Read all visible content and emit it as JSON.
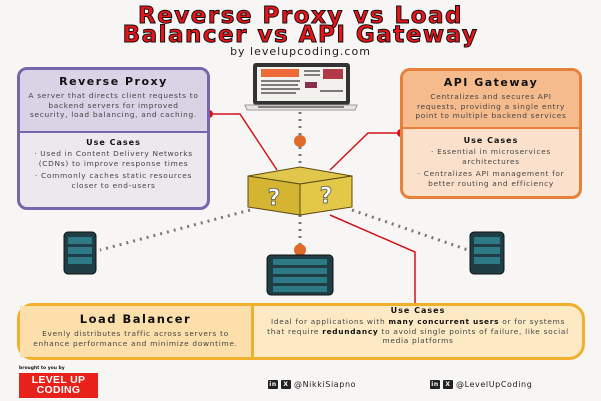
{
  "title": {
    "line1": "Reverse Proxy vs Load",
    "line2": "Balancer vs API Gateway",
    "subtitle": "by levelupcoding.com"
  },
  "reverse_proxy": {
    "heading": "Reverse Proxy",
    "description": "A server that directs client requests to backend servers for improved security, load balancing, and caching.",
    "use_cases_heading": "Use Cases",
    "use_cases": [
      "· Used in Content Delivery Networks (CDNs) to improve response times",
      "· Commonly caches static resources closer to end-users"
    ]
  },
  "api_gateway": {
    "heading": "API Gateway",
    "description": "Centralizes and secures API requests, providing a single entry point to multiple backend services",
    "use_cases_heading": "Use Cases",
    "use_cases": [
      "· Essential in microservices architectures",
      "· Centralizes API management for better routing and efficiency"
    ]
  },
  "load_balancer": {
    "heading": "Load Balancer",
    "description": "Evenly distributes traffic across servers to enhance performance and minimize downtime.",
    "use_cases_heading": "Use Cases",
    "uc_1": "Ideal for applications with ",
    "uc_b1": "many concurrent users",
    "uc_2": " or for systems that require ",
    "uc_b2": "redundancy",
    "uc_3": " to avoid single points of failure, like social media platforms"
  },
  "footer": {
    "brought": "brought to you by",
    "logo_text": "LEVEL UP CODING",
    "handle1": "@NikkiSiapno",
    "handle2": "@LevelUpCoding",
    "linkedin": "in",
    "x": "X"
  },
  "colors": {
    "title_red": "#e8141a",
    "purple": "#7766ad",
    "orange": "#e7803b",
    "yellow": "#f0b02e",
    "connector": "#d0141c"
  }
}
